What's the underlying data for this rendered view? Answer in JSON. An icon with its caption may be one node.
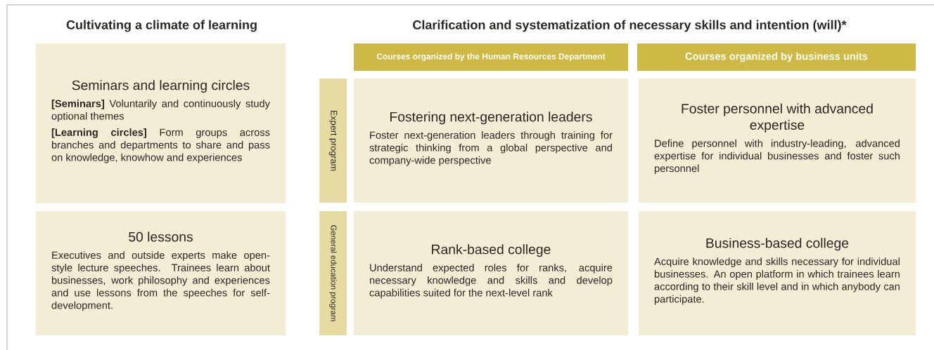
{
  "diagram": {
    "nodes": [
      {
        "text": [
          "Seminars and learning circles",
          "**[Seminars]** Voluntarily and continuously study optional themes",
          "**[Learning circles]** Form groups across branches and departments to share and pass on knowledge, knowhow and experiences"
        ]
      },
      {
        "text": [
          "Courses organized by the Human Resources Department"
        ]
      },
      {
        "text": [
          "Courses organized by business units"
        ]
      },
      {
        "text": [
          "Expert program"
        ]
      },
      {
        "text": [
          "Fostering next-generation leaders",
          "Foster next-generation leaders through training for strategic thinking from a global perspective and company-wide perspective"
        ]
      },
      {
        "text": [
          "Foster personnel with advanced expertise",
          "Define personnel with industry-leading, advanced expertise for individual businesses and foster such personnel"
        ]
      },
      {
        "text": [
          "50 lessons",
          "Executives and outside experts make open-style lecture speeches. Trainees learn about businesses, work philosophy and experiences and use lessons from the speeches for self-development."
        ]
      },
      {
        "text": [
          "General education program"
        ]
      },
      {
        "text": [
          "Rank-based college",
          "Understand expected roles for ranks, acquire necessary knowledge and skills and develop capabilities suited for the next-level rank"
        ]
      },
      {
        "text": [
          "Business-based college",
          "Acquire knowledge and skills necessary for individual businesses. An open platform in which trainees learn according to their skill level and in which anybody can participate."
        ]
      }
    ],
    "labels": [
      "Cultivating a climate of learning",
      "Clarification and systematization of necessary skills and intention (will)*"
    ]
  }
}
